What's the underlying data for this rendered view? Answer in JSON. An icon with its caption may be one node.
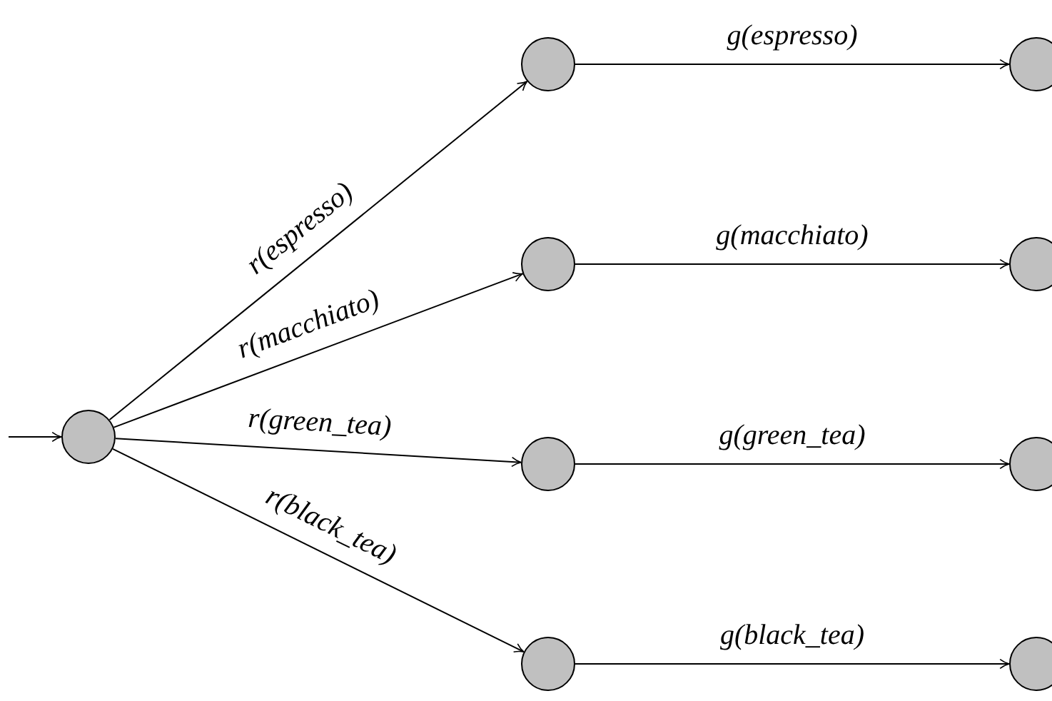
{
  "diagram": {
    "nodes": [
      {
        "text": [],
        "shape": "circle"
      },
      {
        "text": [],
        "shape": "circle"
      },
      {
        "text": [],
        "shape": "circle"
      },
      {
        "text": [],
        "shape": "circle"
      },
      {
        "text": [],
        "shape": "circle"
      },
      {
        "text": [],
        "shape": "circle"
      },
      {
        "text": [],
        "shape": "circle"
      },
      {
        "text": [],
        "shape": "circle"
      },
      {
        "text": [],
        "shape": "circle"
      }
    ],
    "edges": [
      {
        "from": null,
        "to": 0,
        "arrow": "to"
      },
      {
        "from": 0,
        "to": 1,
        "arrow": "to",
        "label": "r(espresso)"
      },
      {
        "from": 0,
        "to": 2,
        "arrow": "to",
        "label": "r(macchiato)"
      },
      {
        "from": 0,
        "to": 3,
        "arrow": "to",
        "label": "r(green_tea)"
      },
      {
        "from": 0,
        "to": 4,
        "arrow": "to",
        "label": "r(black_tea)"
      },
      {
        "from": 1,
        "to": 5,
        "arrow": "to",
        "label": "g(espresso)"
      },
      {
        "from": 2,
        "to": 6,
        "arrow": "to",
        "label": "g(macchiato)"
      },
      {
        "from": 3,
        "to": 7,
        "arrow": "to",
        "label": "g(green_tea)"
      },
      {
        "from": 4,
        "to": 8,
        "arrow": "to",
        "label": "g(black_tea)"
      }
    ]
  }
}
